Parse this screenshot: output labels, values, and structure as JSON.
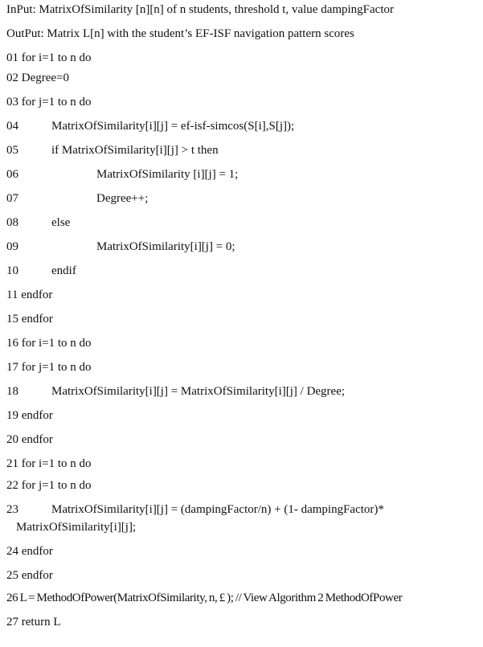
{
  "input": "InPut: MatrixOfSimilarity [n][n] of n students, threshold t, value dampingFactor",
  "output": "OutPut: Matrix L[n] with the student’s EF-ISF navigation pattern scores",
  "lines": [
    {
      "num": "01",
      "text": "for i=1 to n do"
    },
    {
      "num": "02",
      "text": "Degree=0"
    },
    {
      "num": "03",
      "text": "for j=1 to n do"
    },
    {
      "num": "04",
      "text": "MatrixOfSimilarity[i][j] =  ef-isf-simcos(S[i],S[j]);"
    },
    {
      "num": "05",
      "text": "if MatrixOfSimilarity[i][j] > t then"
    },
    {
      "num": "06",
      "text": "MatrixOfSimilarity [i][j] = 1;"
    },
    {
      "num": "07",
      "text": "Degree++;"
    },
    {
      "num": "08",
      "text": "else"
    },
    {
      "num": "09",
      "text": "MatrixOfSimilarity[i][j] = 0;"
    },
    {
      "num": "10",
      "text": "endif"
    },
    {
      "num": "11",
      "text": "endfor"
    },
    {
      "num": "15",
      "text": "endfor"
    },
    {
      "num": "16",
      "text": "for i=1 to n do"
    },
    {
      "num": "17",
      "text": "for j=1 to n do"
    },
    {
      "num": "18",
      "text": "MatrixOfSimilarity[i][j] = MatrixOfSimilarity[i][j] / Degree;"
    },
    {
      "num": "19",
      "text": "endfor"
    },
    {
      "num": "20",
      "text": "endfor"
    },
    {
      "num": "21",
      "text": "for i=1 to n do"
    },
    {
      "num": "22",
      "text": "for j=1 to n do"
    },
    {
      "num": "23",
      "text": "MatrixOfSimilarity[i][j] = (dampingFactor/n) + (1- dampingFactor)*"
    },
    {
      "num": "24",
      "text": "endfor"
    },
    {
      "num": "25",
      "text": "endfor"
    },
    {
      "num": "26",
      "text": "L = MethodOfPower(MatrixOfSimilarity, n, £ ); // View Algorithm 2 MethodOfPower"
    },
    {
      "num": "27",
      "text": "return L"
    }
  ],
  "line23_continuation": "MatrixOfSimilarity[i][j];"
}
